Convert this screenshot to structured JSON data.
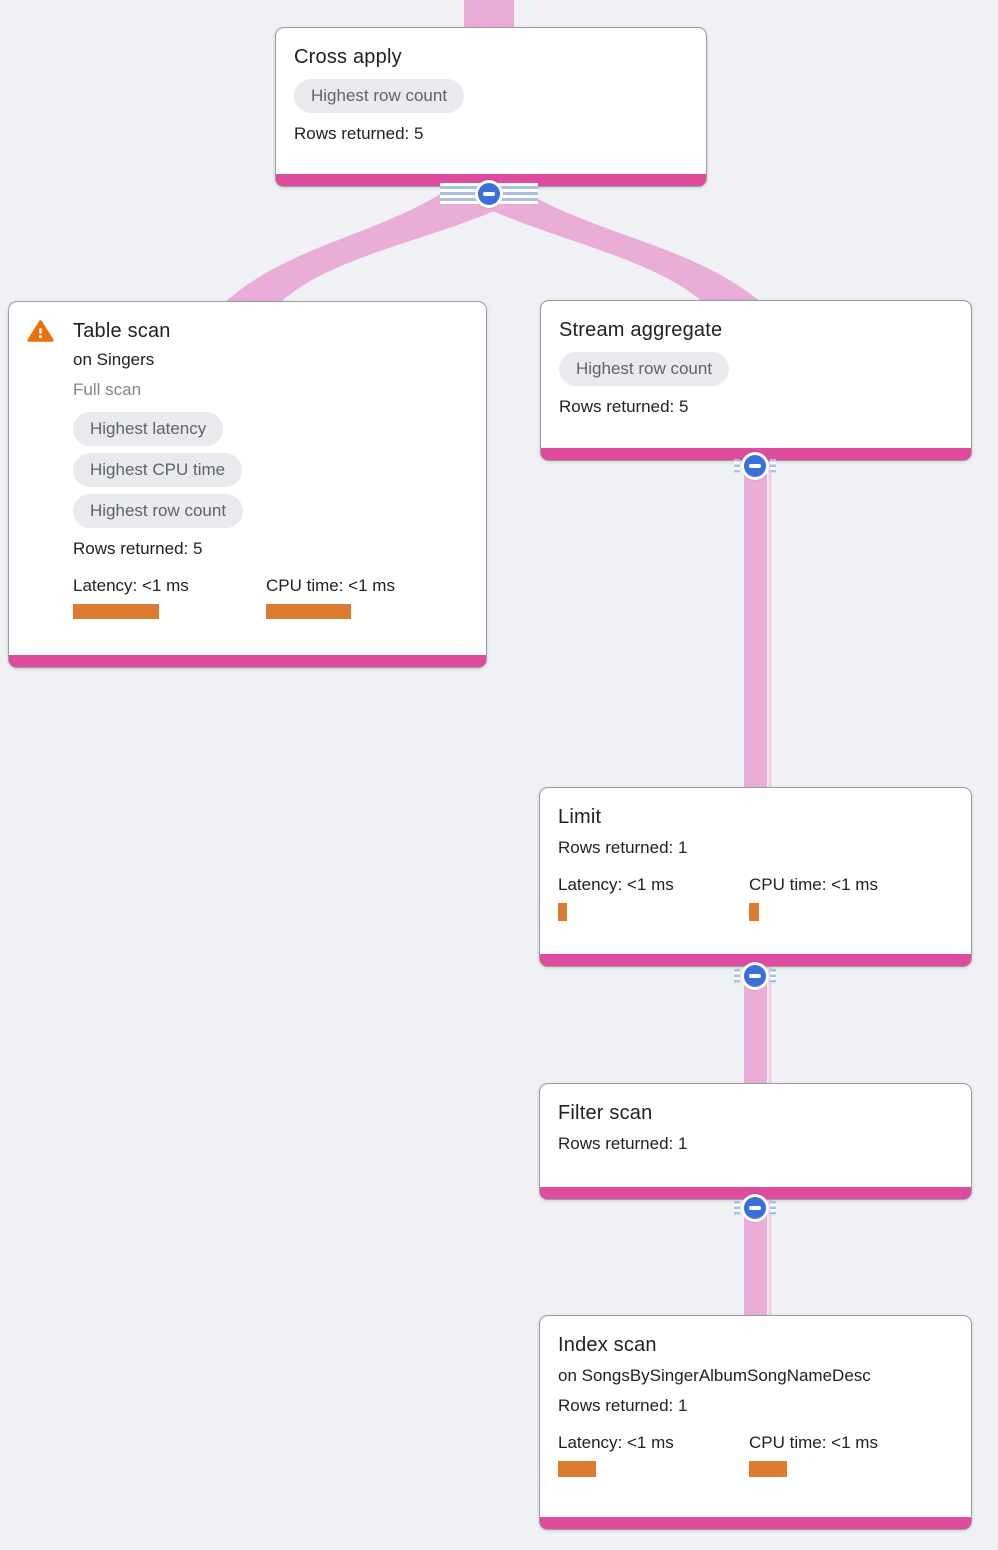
{
  "colors": {
    "background": "#F0F1F4",
    "flow_pink": "#EAADD7",
    "flow_pink_light": "#F3CCE6",
    "node_bottom_bar": "#DF4B9D",
    "metric_bar_orange": "#DD7C31",
    "warning_orange": "#E8710A",
    "collapse_blue": "#3B70DB",
    "stripe_blue": "#A9BFE9",
    "badge_bg": "#E9EAED",
    "badge_text": "#5F6368"
  },
  "nodes": {
    "cross_apply": {
      "title": "Cross apply",
      "badges": [
        "Highest row count"
      ],
      "rows_returned": "Rows returned: 5"
    },
    "table_scan": {
      "title": "Table scan",
      "subtitle": "on Singers",
      "scan_type": "Full scan",
      "badges": [
        "Highest latency",
        "Highest CPU time",
        "Highest row count"
      ],
      "rows_returned": "Rows returned: 5",
      "latency_label": "Latency: <1 ms",
      "cpu_label": "CPU time: <1 ms",
      "latency_bar": {
        "w": 86,
        "h": 15
      },
      "cpu_bar": {
        "w": 85,
        "h": 15
      }
    },
    "stream_aggregate": {
      "title": "Stream aggregate",
      "badges": [
        "Highest row count"
      ],
      "rows_returned": "Rows returned: 5"
    },
    "limit": {
      "title": "Limit",
      "rows_returned": "Rows returned: 1",
      "latency_label": "Latency: <1 ms",
      "cpu_label": "CPU time: <1 ms",
      "latency_bar": {
        "w": 9,
        "h": 18
      },
      "cpu_bar": {
        "w": 10,
        "h": 18
      }
    },
    "filter_scan": {
      "title": "Filter scan",
      "rows_returned": "Rows returned: 1"
    },
    "index_scan": {
      "title": "Index scan",
      "subtitle": "on SongsBySingerAlbumSongNameDesc",
      "rows_returned": "Rows returned: 1",
      "latency_label": "Latency: <1 ms",
      "cpu_label": "CPU time: <1 ms",
      "latency_bar": {
        "w": 38,
        "h": 16
      },
      "cpu_bar": {
        "w": 38,
        "h": 16
      }
    }
  }
}
